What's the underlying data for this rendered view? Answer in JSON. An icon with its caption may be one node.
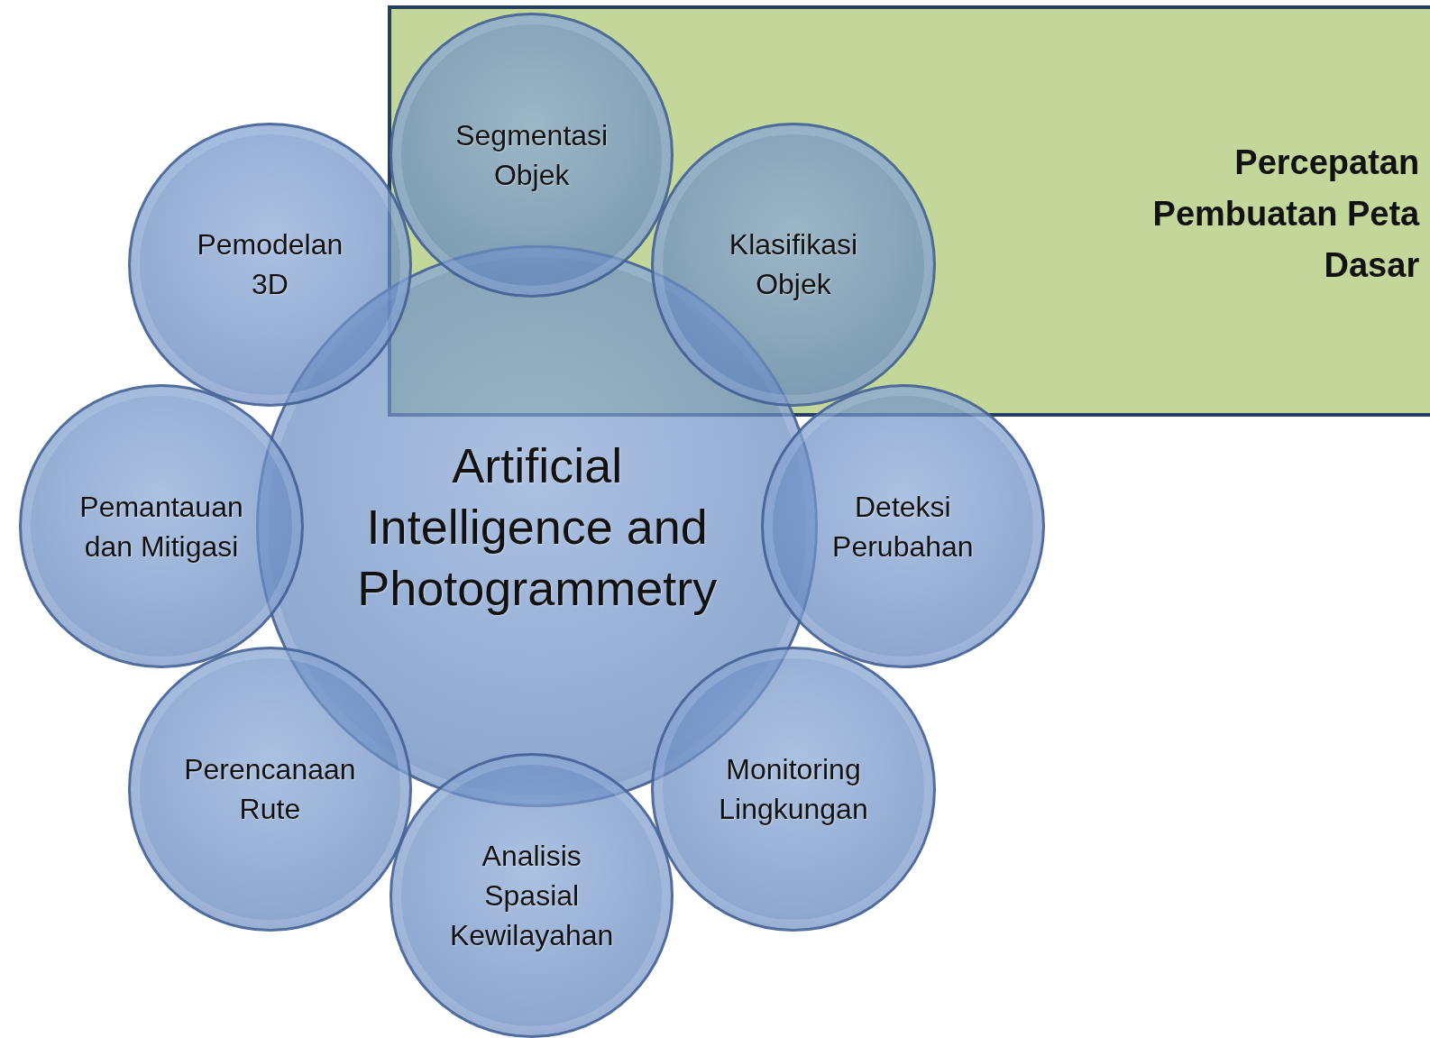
{
  "diagram": {
    "nodes": [
      {
        "text": [
          "Percepatan Pembuatan Peta Dasar"
        ]
      },
      {
        "text": [
          "Artificial Intelligence and Photogrammetry"
        ]
      },
      {
        "text": [
          "Segmentasi Objek"
        ],
        "in": 0
      },
      {
        "text": [
          "Klasifikasi Objek"
        ],
        "in": 0
      },
      {
        "text": [
          "Deteksi Perubahan"
        ]
      },
      {
        "text": [
          "Monitoring Lingkungan"
        ]
      },
      {
        "text": [
          "Analisis Spasial Kewilayahan"
        ]
      },
      {
        "text": [
          "Perencanaan Rute"
        ]
      },
      {
        "text": [
          "Pemantauan dan Mitigasi"
        ]
      },
      {
        "text": [
          "Pemodelan 3D"
        ]
      }
    ]
  }
}
